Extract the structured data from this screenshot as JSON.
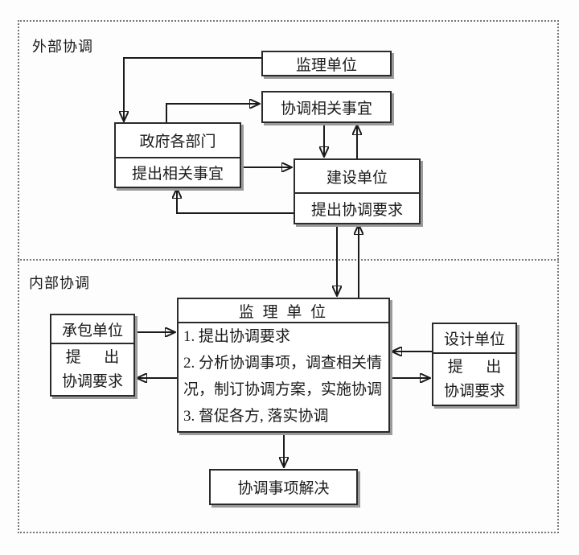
{
  "sections": {
    "external": {
      "label": "外部协调"
    },
    "internal": {
      "label": "内部协调"
    }
  },
  "boxes": {
    "supervision_external": {
      "title": "监理单位"
    },
    "coordinate_matters": {
      "title": "协调相关事宜"
    },
    "government": {
      "title": "政府各部门",
      "action": "提出相关事宜"
    },
    "construction": {
      "title": "建设单位",
      "action": "提出协调要求"
    },
    "contractor": {
      "title": "承包单位",
      "action_line1": "提      出",
      "action_line2": "协调要求"
    },
    "supervision_internal": {
      "title": "监 理 单 位",
      "tasks": [
        "1. 提出协调要求",
        "2. 分析协调事项，调查相关情",
        "况，制订协调方案，实施协调",
        "3. 督促各方, 落实协调"
      ]
    },
    "design": {
      "title": "设计单位",
      "action_line1": "提      出",
      "action_line2": "协调要求"
    },
    "resolution": {
      "title": "协调事项解决"
    }
  },
  "colors": {
    "line": "#1a1a1a",
    "border": "#2b2b2b",
    "shadow": "#9a9a9a",
    "background": "#fdfdfd",
    "box_fill": "#ffffff"
  }
}
